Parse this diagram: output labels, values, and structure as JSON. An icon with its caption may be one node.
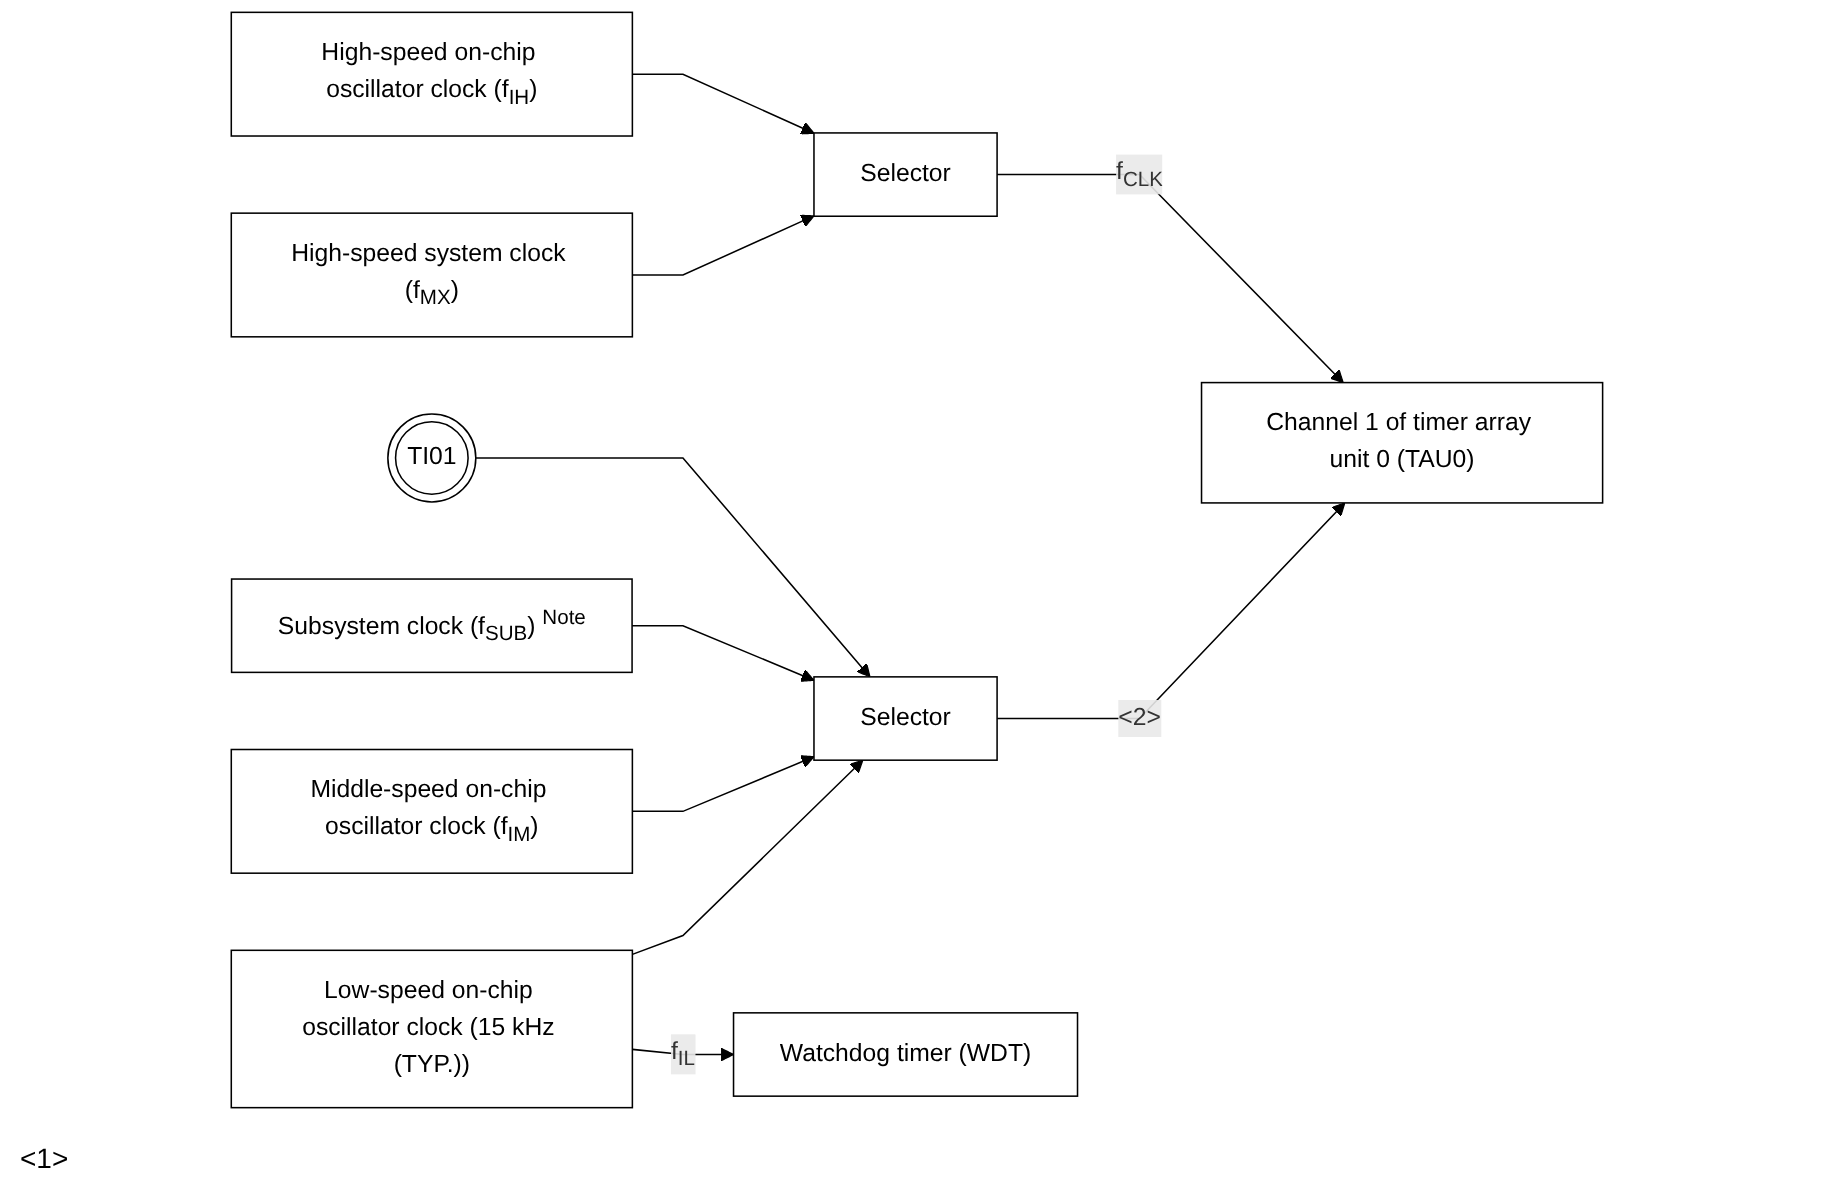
{
  "diagram": {
    "nodes": [
      {
        "text": [
          "High-speed on-chip oscillator clock (f$_{IH}$)"
        ]
      },
      {
        "text": [
          "High-speed system clock (f$_{MX}$)"
        ]
      },
      {
        "text": [
          "Selector"
        ]
      },
      {
        "text": [
          "Channel 1 of timer array unit 0 (TAU0)"
        ]
      },
      {
        "text": [
          "TI01"
        ]
      },
      {
        "text": [
          "Subsystem clock (f$_{SUB}$) $^{Note}$"
        ]
      },
      {
        "text": [
          "Middle-speed on-chip oscillator clock (f$_{IM}$)"
        ]
      },
      {
        "text": [
          "Low-speed on-chip oscillator clock (15 kHz (TYP.))"
        ]
      },
      {
        "text": [
          "Selector"
        ]
      },
      {
        "text": [
          "Watchdog timer (WDT)"
        ]
      }
    ],
    "edges": [
      {
        "from": 0,
        "to": 2,
        "arrow": "to"
      },
      {
        "from": 1,
        "to": 2,
        "arrow": "to"
      },
      {
        "from": 2,
        "to": 3,
        "arrow": "to",
        "label": "f$_{CLK}$"
      },
      {
        "from": 4,
        "to": 8,
        "arrow": "to"
      },
      {
        "from": 5,
        "to": 8,
        "arrow": "to"
      },
      {
        "from": 6,
        "to": 8,
        "arrow": "to"
      },
      {
        "from": 7,
        "to": 8,
        "arrow": "to"
      },
      {
        "from": 8,
        "to": 3,
        "arrow": "to",
        "label": "<2>"
      },
      {
        "from": 7,
        "to": 9,
        "arrow": "to",
        "label": "f$_{IL}$"
      }
    ],
    "labels": [
      "<1>"
    ]
  }
}
